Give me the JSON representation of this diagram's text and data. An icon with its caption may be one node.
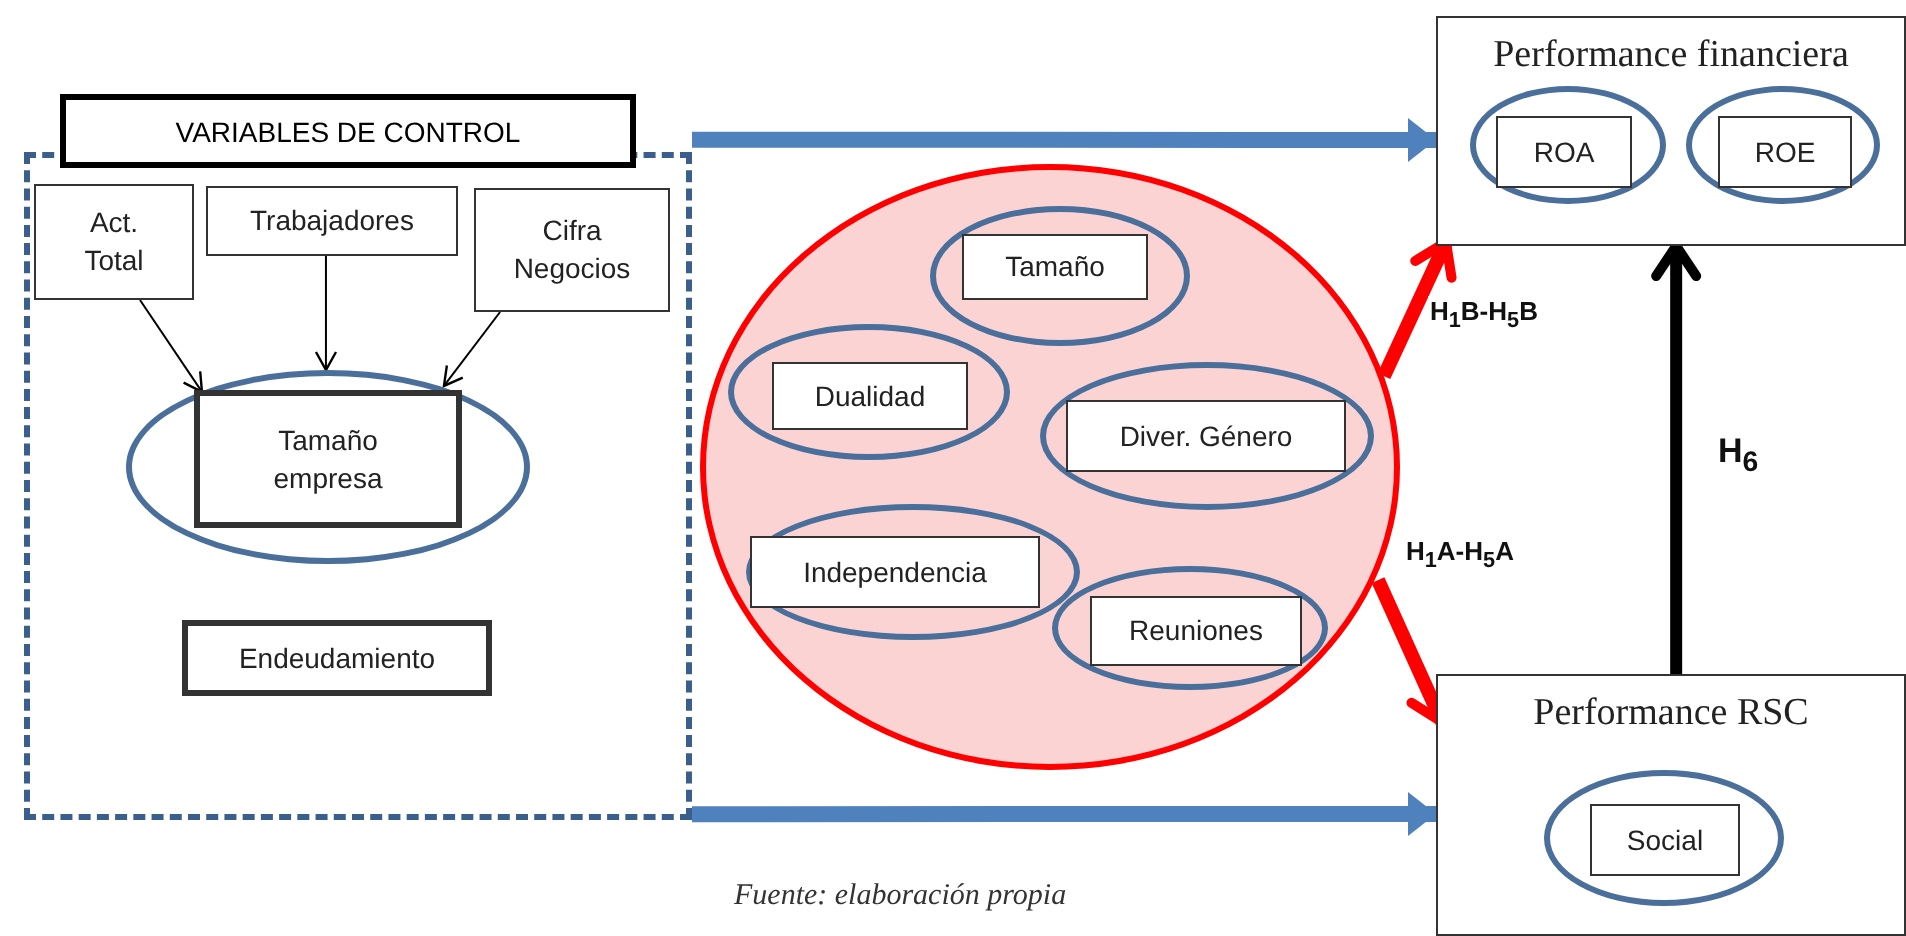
{
  "diagram": {
    "caption": "Fuente: elaboración propia",
    "nodes": [
      {
        "text": [
          "VARIABLES DE CONTROL"
        ]
      },
      {
        "text": [
          "Act. Total"
        ],
        "in": 0
      },
      {
        "text": [
          "Trabajadores"
        ],
        "in": 0
      },
      {
        "text": [
          "Cifra Negocios"
        ],
        "in": 0
      },
      {
        "text": [],
        "shape": "ellipse",
        "in": 0
      },
      {
        "text": [
          "Tamaño empresa"
        ],
        "in": 4
      },
      {
        "text": [
          "Endeudamiento"
        ],
        "in": 0
      },
      {
        "text": [],
        "shape": "circle"
      },
      {
        "text": [],
        "shape": "ellipse",
        "in": 7
      },
      {
        "text": [
          "Tamaño"
        ],
        "in": 8
      },
      {
        "text": [],
        "shape": "ellipse",
        "in": 7
      },
      {
        "text": [
          "Dualidad"
        ],
        "in": 10
      },
      {
        "text": [],
        "shape": "ellipse",
        "in": 7
      },
      {
        "text": [
          "Diver. Género"
        ],
        "in": 12
      },
      {
        "text": [],
        "shape": "ellipse",
        "in": 7
      },
      {
        "text": [
          "Independencia"
        ],
        "in": 14
      },
      {
        "text": [],
        "shape": "ellipse",
        "in": 7
      },
      {
        "text": [
          "Reuniones"
        ],
        "in": 16
      },
      {
        "text": [
          "Performance financiera"
        ]
      },
      {
        "text": [],
        "shape": "ellipse",
        "in": 18
      },
      {
        "text": [
          "ROA"
        ],
        "in": 19
      },
      {
        "text": [],
        "shape": "ellipse",
        "in": 18
      },
      {
        "text": [
          "ROE"
        ],
        "in": 21
      },
      {
        "text": [
          "Performance RSC"
        ]
      },
      {
        "text": [],
        "shape": "ellipse",
        "in": 23
      },
      {
        "text": [
          "Social"
        ],
        "in": 24
      }
    ],
    "edges": [
      {
        "from": 1,
        "to": 4,
        "arrow": "to"
      },
      {
        "from": 2,
        "to": 4,
        "arrow": "to"
      },
      {
        "from": 3,
        "to": 4,
        "arrow": "to"
      },
      {
        "from": 0,
        "to": 18,
        "arrow": "to",
        "color": "#4f81bd"
      },
      {
        "from": 0,
        "to": 23,
        "arrow": "to",
        "color": "#4f81bd"
      },
      {
        "from": 7,
        "to": 18,
        "arrow": "to",
        "color": "#ff0000",
        "label": "H$_{1}$B-H$_{5}$B"
      },
      {
        "from": 7,
        "to": 23,
        "arrow": "to",
        "color": "#ff0000",
        "label": "H$_{1}$A-H$_{5}$A"
      },
      {
        "from": 23,
        "to": 18,
        "arrow": "to",
        "label": "H$_{6}$"
      }
    ]
  }
}
